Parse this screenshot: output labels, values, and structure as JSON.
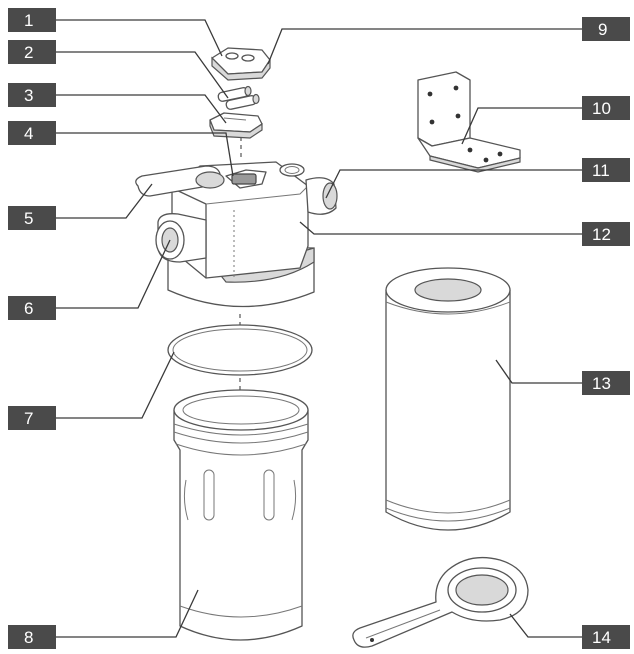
{
  "callouts": [
    {
      "id": "1",
      "label": "1"
    },
    {
      "id": "2",
      "label": "2"
    },
    {
      "id": "3",
      "label": "3"
    },
    {
      "id": "4",
      "label": "4"
    },
    {
      "id": "5",
      "label": "5"
    },
    {
      "id": "6",
      "label": "6"
    },
    {
      "id": "7",
      "label": "7"
    },
    {
      "id": "8",
      "label": "8"
    },
    {
      "id": "9",
      "label": "9"
    },
    {
      "id": "10",
      "label": "10"
    },
    {
      "id": "11",
      "label": "11"
    },
    {
      "id": "12",
      "label": "12"
    },
    {
      "id": "13",
      "label": "13"
    },
    {
      "id": "14",
      "label": "14"
    }
  ],
  "colors": {
    "badge": "#4a4a4a",
    "line": "#555555",
    "fill_light": "#d9d9d9"
  }
}
